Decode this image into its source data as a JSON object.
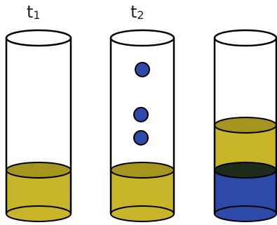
{
  "labels": {
    "t1": {
      "base": "t",
      "sub": "1"
    },
    "t2": {
      "base": "t",
      "sub": "2"
    }
  },
  "colors": {
    "outline": "#000000",
    "olive_liquid": "#c8b52a",
    "olive_liquid_dark": "#a5951f",
    "blue_liquid": "#2e4aa8",
    "blue_liquid_dark": "#1f357f",
    "interface": "#1e2b1a",
    "bead": "#2e4aa8",
    "background": "#ffffff"
  },
  "tubes": [
    {
      "id": "tube-1",
      "layers": [
        {
          "color": "olive",
          "fraction": 0.28
        }
      ],
      "beads": 0
    },
    {
      "id": "tube-2",
      "layers": [
        {
          "color": "olive",
          "fraction": 0.28
        }
      ],
      "beads": 3
    },
    {
      "id": "tube-3",
      "layers": [
        {
          "color": "blue",
          "fraction": 0.28
        },
        {
          "color": "olive",
          "fraction": 0.28
        }
      ],
      "beads": 0
    }
  ]
}
